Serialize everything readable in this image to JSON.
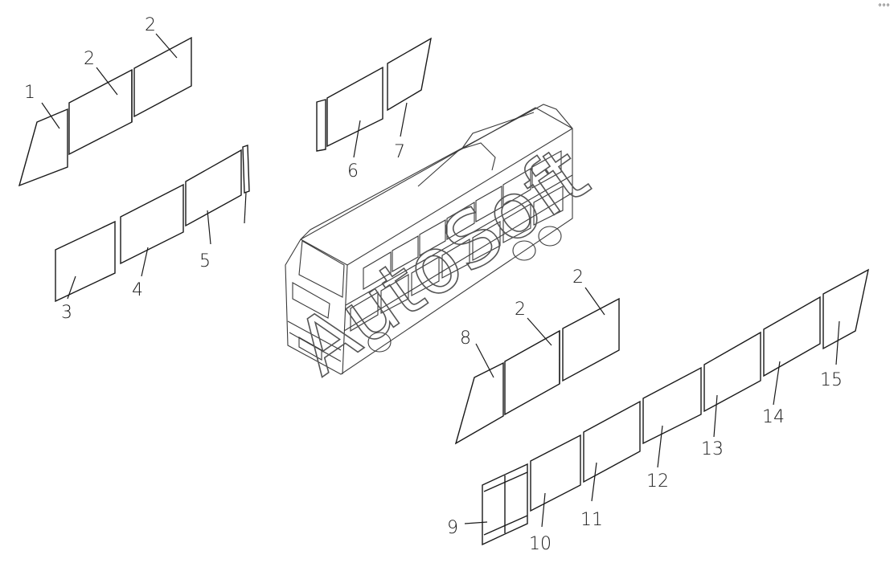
{
  "watermark": "AutoSoft",
  "corner_mark": "°°°",
  "callouts": {
    "c1": "1",
    "c2a": "2",
    "c2b": "2",
    "c2c": "2",
    "c2d": "2",
    "c3": "3",
    "c4": "4",
    "c5": "5",
    "c6": "6",
    "c7": "7",
    "c8": "8",
    "c9": "9",
    "c10": "10",
    "c11": "11",
    "c12": "12",
    "c13": "13",
    "c14": "14",
    "c15": "15"
  }
}
